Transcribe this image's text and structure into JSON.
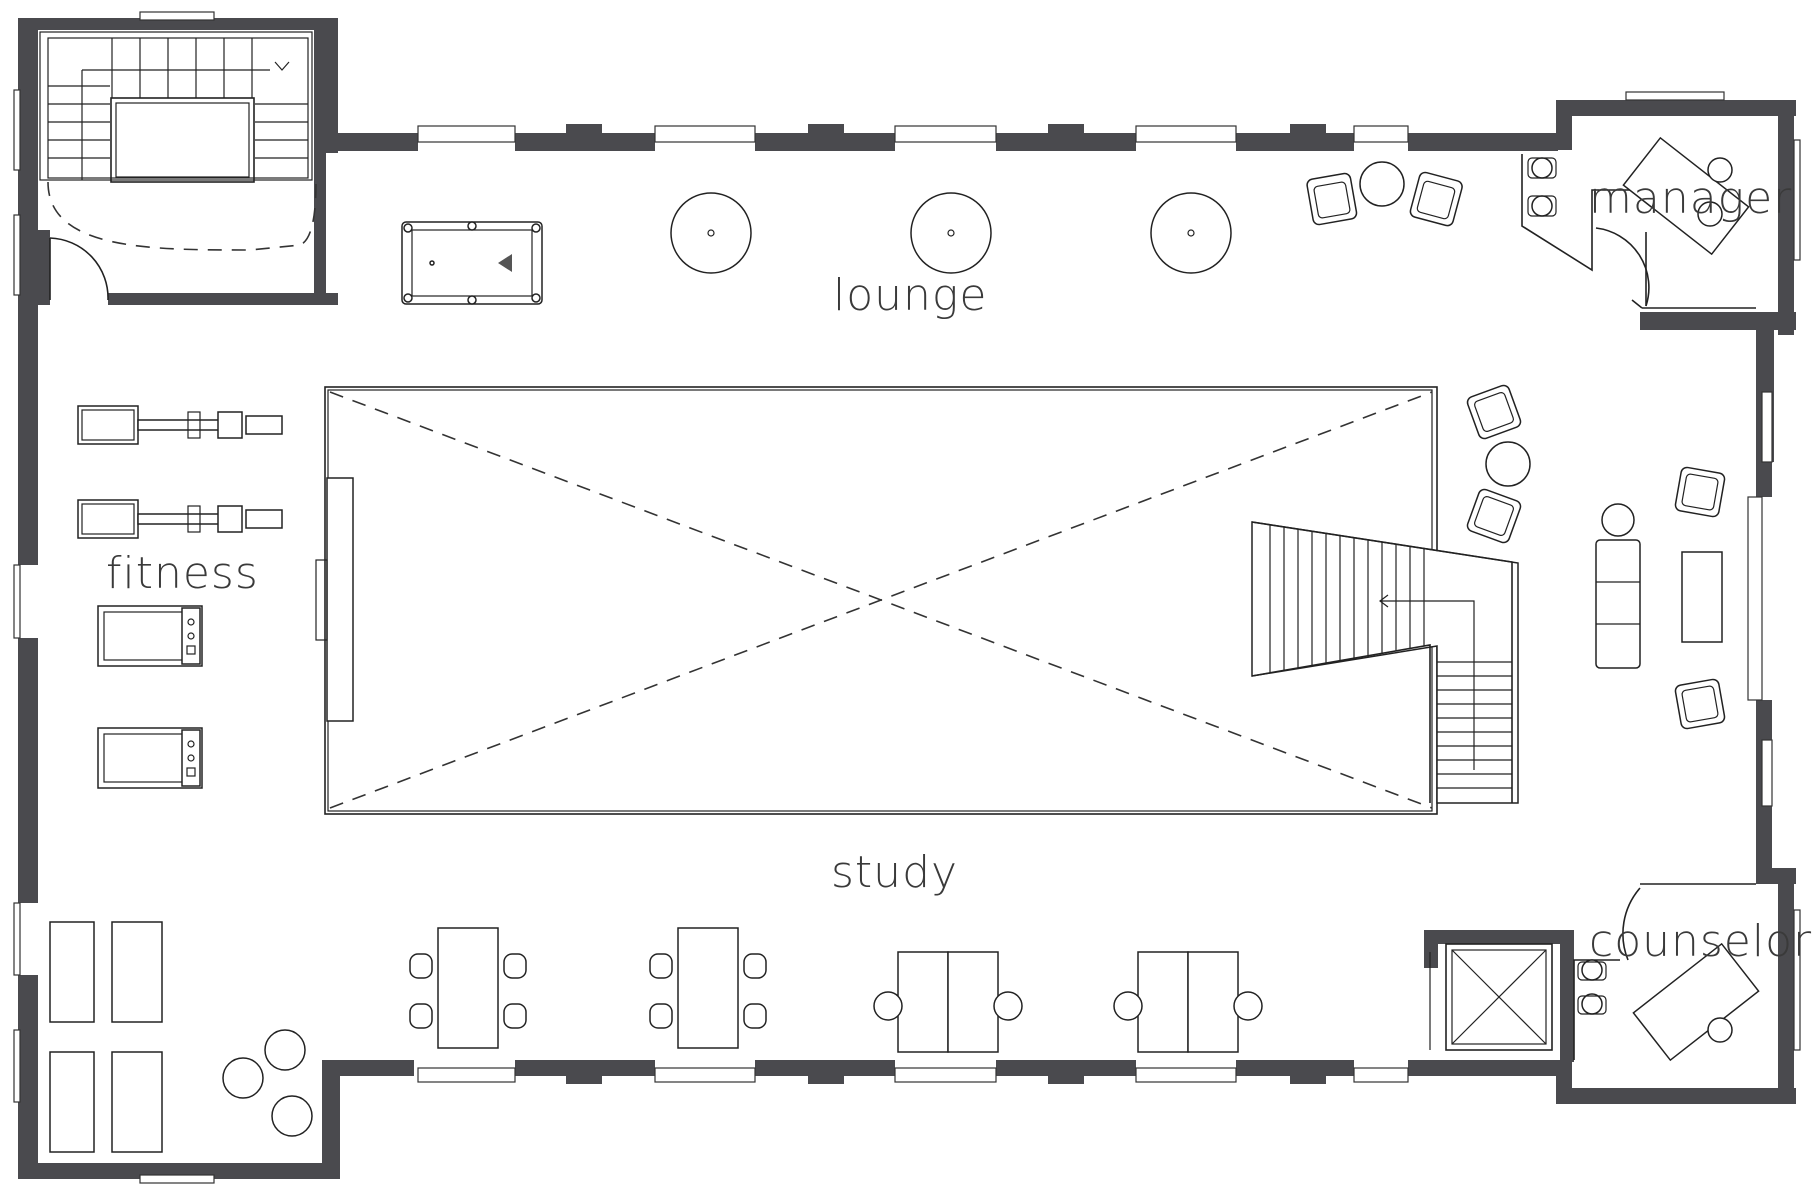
{
  "rooms": {
    "lounge": "lounge",
    "fitness": "fitness",
    "manager": "manager",
    "study": "study",
    "counselor": "counselor"
  },
  "colors": {
    "wall": "#4a4a4e",
    "line": "#222222",
    "label": "#3a3a3a",
    "background": "#ffffff"
  }
}
